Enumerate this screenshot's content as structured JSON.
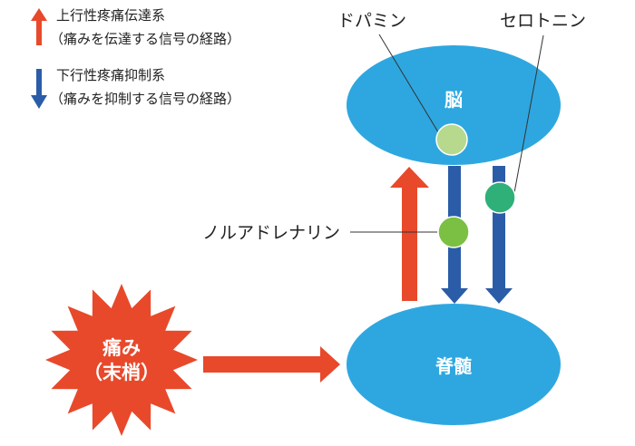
{
  "legend": {
    "ascending": {
      "title": "上行性疼痛伝達系",
      "desc": "（痛みを伝達する信号の経路）",
      "arrow_color": "#e8492b"
    },
    "descending": {
      "title": "下行性疼痛抑制系",
      "desc": "（痛みを抑制する信号の経路）",
      "arrow_color": "#2b5ca8"
    }
  },
  "nodes": {
    "brain": {
      "label": "脳",
      "color": "#2ea7e0"
    },
    "spinal_cord": {
      "label": "脊髄",
      "color": "#2ea7e0"
    },
    "pain": {
      "line1": "痛み",
      "line2": "（末梢）",
      "color": "#e8492b"
    }
  },
  "neurotransmitters": {
    "dopamine": {
      "label": "ドパミン",
      "color": "#b6d98e"
    },
    "serotonin": {
      "label": "セロトニン",
      "color": "#2fb079"
    },
    "noradrenaline": {
      "label": "ノルアドレナリン",
      "color": "#7bc043"
    }
  }
}
